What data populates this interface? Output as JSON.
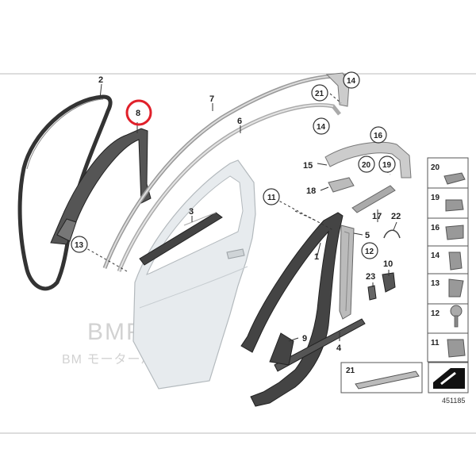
{
  "diagram": {
    "callouts": {
      "c2": "2",
      "c8": "8",
      "c7": "7",
      "c6": "6",
      "c21a": "21",
      "c14a": "14",
      "c14b": "14",
      "c16": "16",
      "c15": "15",
      "c20": "20",
      "c19": "19",
      "c18": "18",
      "c11": "11",
      "c3": "3",
      "c17": "17",
      "c22": "22",
      "c5": "5",
      "c12": "12",
      "c13": "13",
      "c1": "1",
      "c10": "10",
      "c23": "23",
      "c9": "9",
      "c4": "4"
    },
    "highlight_color": "#e0202a",
    "parts_legend": {
      "items": [
        "20",
        "19",
        "16",
        "14",
        "13",
        "12",
        "11"
      ],
      "bottom_label": "21"
    },
    "watermark": {
      "logo": "BMP",
      "subtitle": "BM モーターパーツ"
    },
    "diagram_code": "451185"
  }
}
